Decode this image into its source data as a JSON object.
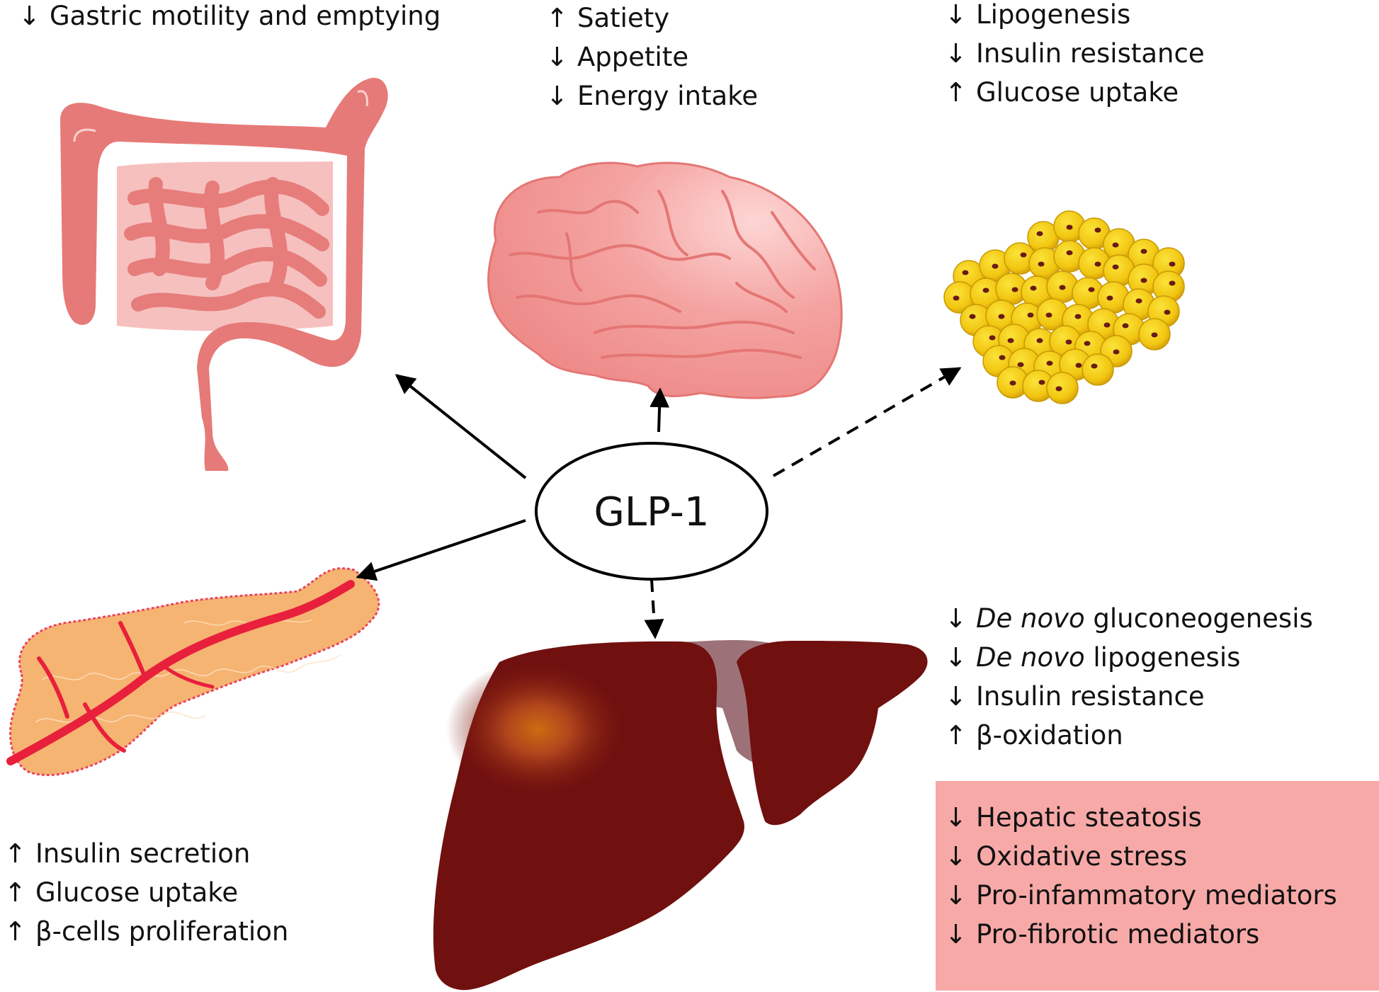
{
  "center": {
    "label": "GLP-1"
  },
  "colors": {
    "organ_pink": "#e47b79",
    "brain_pink": "#f29a98",
    "fat_yellow": "#f5cf16",
    "pancreas_orange": "#f6b472",
    "liver_dark": "#70100f",
    "highlight_box": "#f7a9a7"
  },
  "intestine": {
    "effects": [
      {
        "arrow": "↓",
        "text": "Gastric motility and emptying"
      }
    ]
  },
  "brain": {
    "effects": [
      {
        "arrow": "↑",
        "text": "Satiety"
      },
      {
        "arrow": "↓",
        "text": "Appetite"
      },
      {
        "arrow": "↓",
        "text": "Energy intake"
      }
    ]
  },
  "adipose": {
    "effects": [
      {
        "arrow": "↓",
        "text": "Lipogenesis"
      },
      {
        "arrow": "↓",
        "text": "Insulin resistance"
      },
      {
        "arrow": "↑",
        "text": "Glucose uptake"
      }
    ]
  },
  "pancreas": {
    "effects": [
      {
        "arrow": "↑",
        "text": "Insulin secretion"
      },
      {
        "arrow": "↑",
        "text": "Glucose uptake"
      },
      {
        "arrow": "↑",
        "text": "β-cells proliferation"
      }
    ]
  },
  "liver": {
    "effects": [
      {
        "arrow": "↓",
        "italic": "De novo",
        "text": " gluconeogenesis"
      },
      {
        "arrow": "↓",
        "italic": "De novo",
        "text": " lipogenesis"
      },
      {
        "arrow": "↓",
        "italic": "",
        "text": "Insulin resistance"
      },
      {
        "arrow": "↑",
        "italic": "",
        "text": "β-oxidation"
      }
    ],
    "highlighted_effects": [
      {
        "arrow": "↓",
        "text": "Hepatic steatosis"
      },
      {
        "arrow": "↓",
        "text": "Oxidative stress"
      },
      {
        "arrow": "↓",
        "text": "Pro-infammatory mediators"
      },
      {
        "arrow": "↓",
        "text": "Pro-fibrotic mediators"
      }
    ]
  }
}
